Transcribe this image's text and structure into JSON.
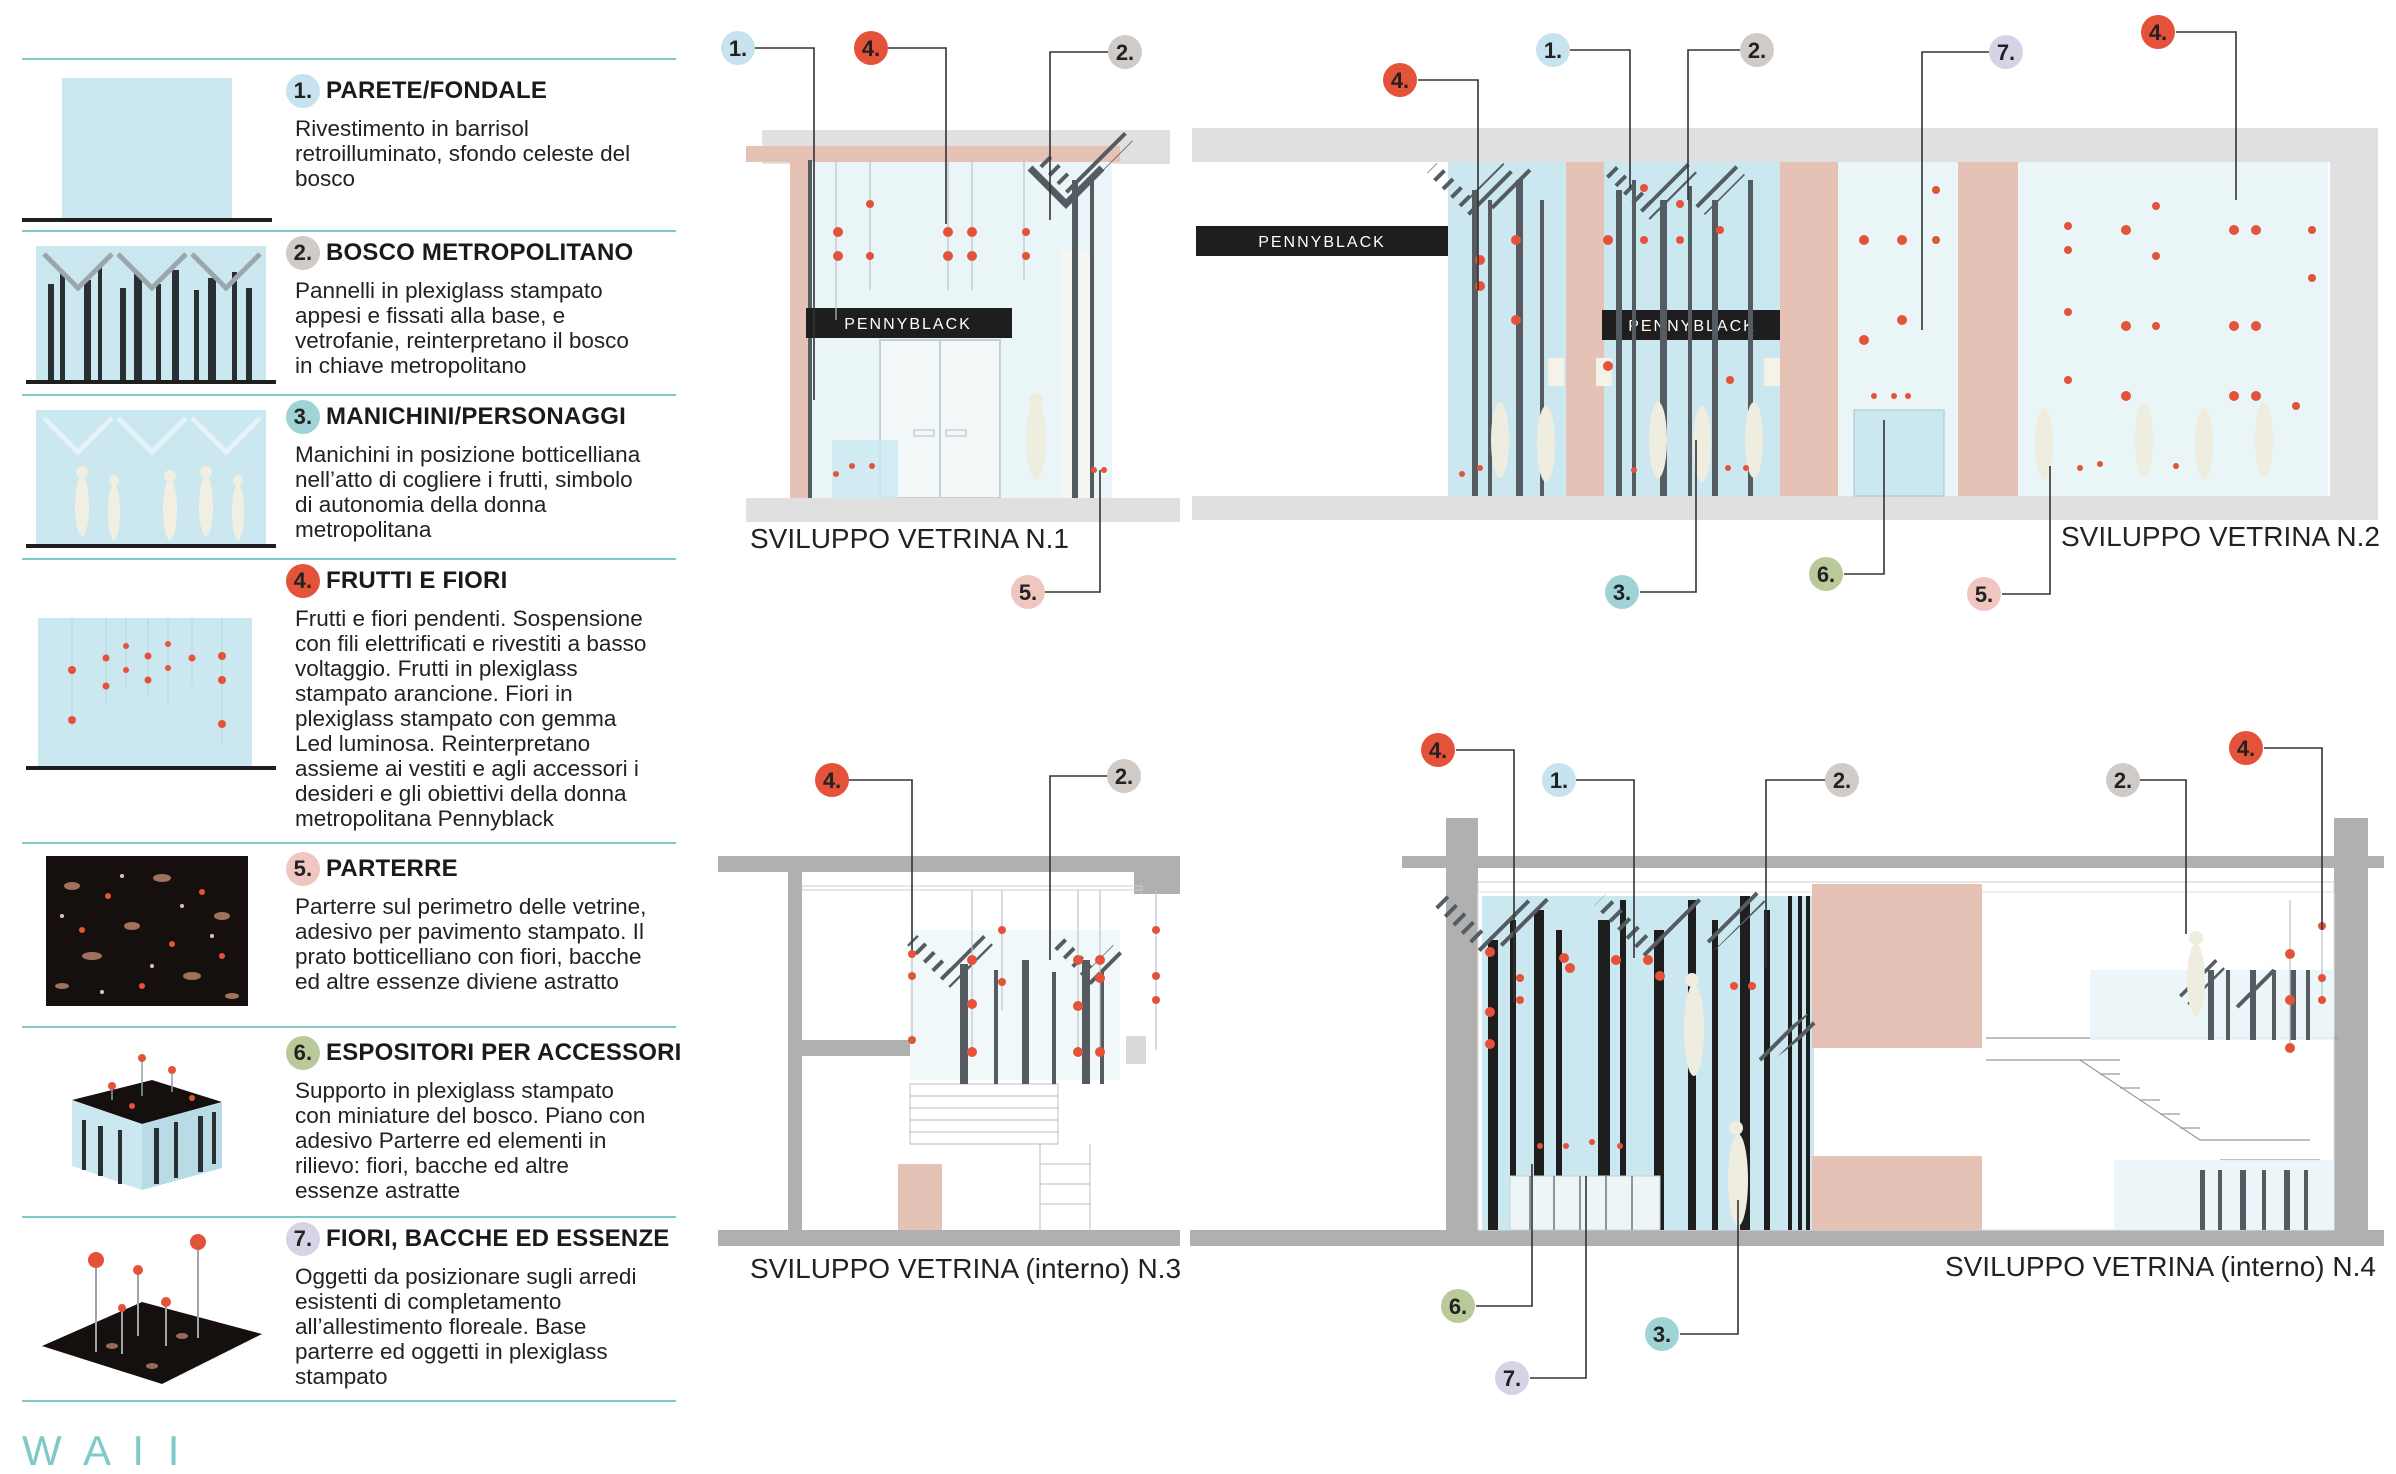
{
  "legend": [
    {
      "num": "1.",
      "title": "PARETE/FONDALE",
      "desc": [
        "Rivestimento in barrisol",
        "retroilluminato, sfondo celeste del",
        "bosco"
      ]
    },
    {
      "num": "2.",
      "title": "BOSCO METROPOLITANO",
      "desc": [
        "Pannelli in plexiglass stampato",
        "appesi e fissati alla base, e",
        "vetrofanie, reinterpretano il bosco",
        "in chiave metropolitano"
      ]
    },
    {
      "num": "3.",
      "title": "MANICHINI/PERSONAGGI",
      "desc": [
        "Manichini in posizione botticelliana",
        "nell’atto di cogliere i frutti, simbolo",
        "di autonomia della donna",
        "metropolitana"
      ]
    },
    {
      "num": "4.",
      "title": "FRUTTI E FIORI",
      "desc": [
        "Frutti e fiori pendenti.  Sospensione",
        "con fili elettrificati e rivestiti a basso",
        "voltaggio. Frutti in plexiglass",
        "stampato arancione. Fiori in",
        "plexiglass stampato con gemma",
        "Led luminosa. Reinterpretano",
        "assieme ai vestiti e agli accessori i",
        "desideri e gli obiettivi della donna",
        "metropolitana Pennyblack"
      ]
    },
    {
      "num": "5.",
      "title": "PARTERRE",
      "desc": [
        "Parterre sul perimetro delle vetrine,",
        "adesivo per pavimento stampato. Il",
        "prato botticelliano con fiori, bacche",
        "ed altre essenze diviene astratto"
      ]
    },
    {
      "num": "6.",
      "title": "ESPOSITORI PER ACCESSORI",
      "desc": [
        "Supporto in plexiglass stampato",
        "con miniature del bosco. Piano con",
        "adesivo Parterre ed elementi in",
        "rilievo: fiori, bacche ed altre",
        "essenze astratte"
      ]
    },
    {
      "num": "7.",
      "title": "FIORI, BACCHE ED ESSENZE",
      "desc": [
        "Oggetti da posizionare sugli arredi",
        "esistenti di completamento",
        "all’allestimento floreale. Base",
        "parterre ed oggetti in plexiglass",
        "stampato"
      ]
    }
  ],
  "panels": {
    "p1": "SVILUPPO VETRINA N.1",
    "p2": "SVILUPPO VETRINA N.2",
    "p3": "SVILUPPO VETRINA (interno) N.3",
    "p4": "SVILUPPO VETRINA (interno) N.4"
  },
  "brand": "PENNYBLACK",
  "callouts": {
    "c1": "1.",
    "c2": "2.",
    "c3": "3.",
    "c4": "4.",
    "c5": "5.",
    "c6": "6.",
    "c7": "7."
  },
  "footer": "W A I I",
  "colors": {
    "teal_line": "#7fc9c9",
    "sky": "#cbe8f1",
    "pink": "#e6c1b5",
    "grey": "#d9d9d9",
    "dark": "#1e1e1e",
    "orange": "#e4523a",
    "callout_1": "#c6e3ef",
    "callout_2": "#d0cbc6",
    "callout_3": "#9fd3d5",
    "callout_4": "#e4523a",
    "callout_5": "#f0c7c0",
    "callout_6": "#b9c99a",
    "callout_7": "#d5d3e6"
  }
}
